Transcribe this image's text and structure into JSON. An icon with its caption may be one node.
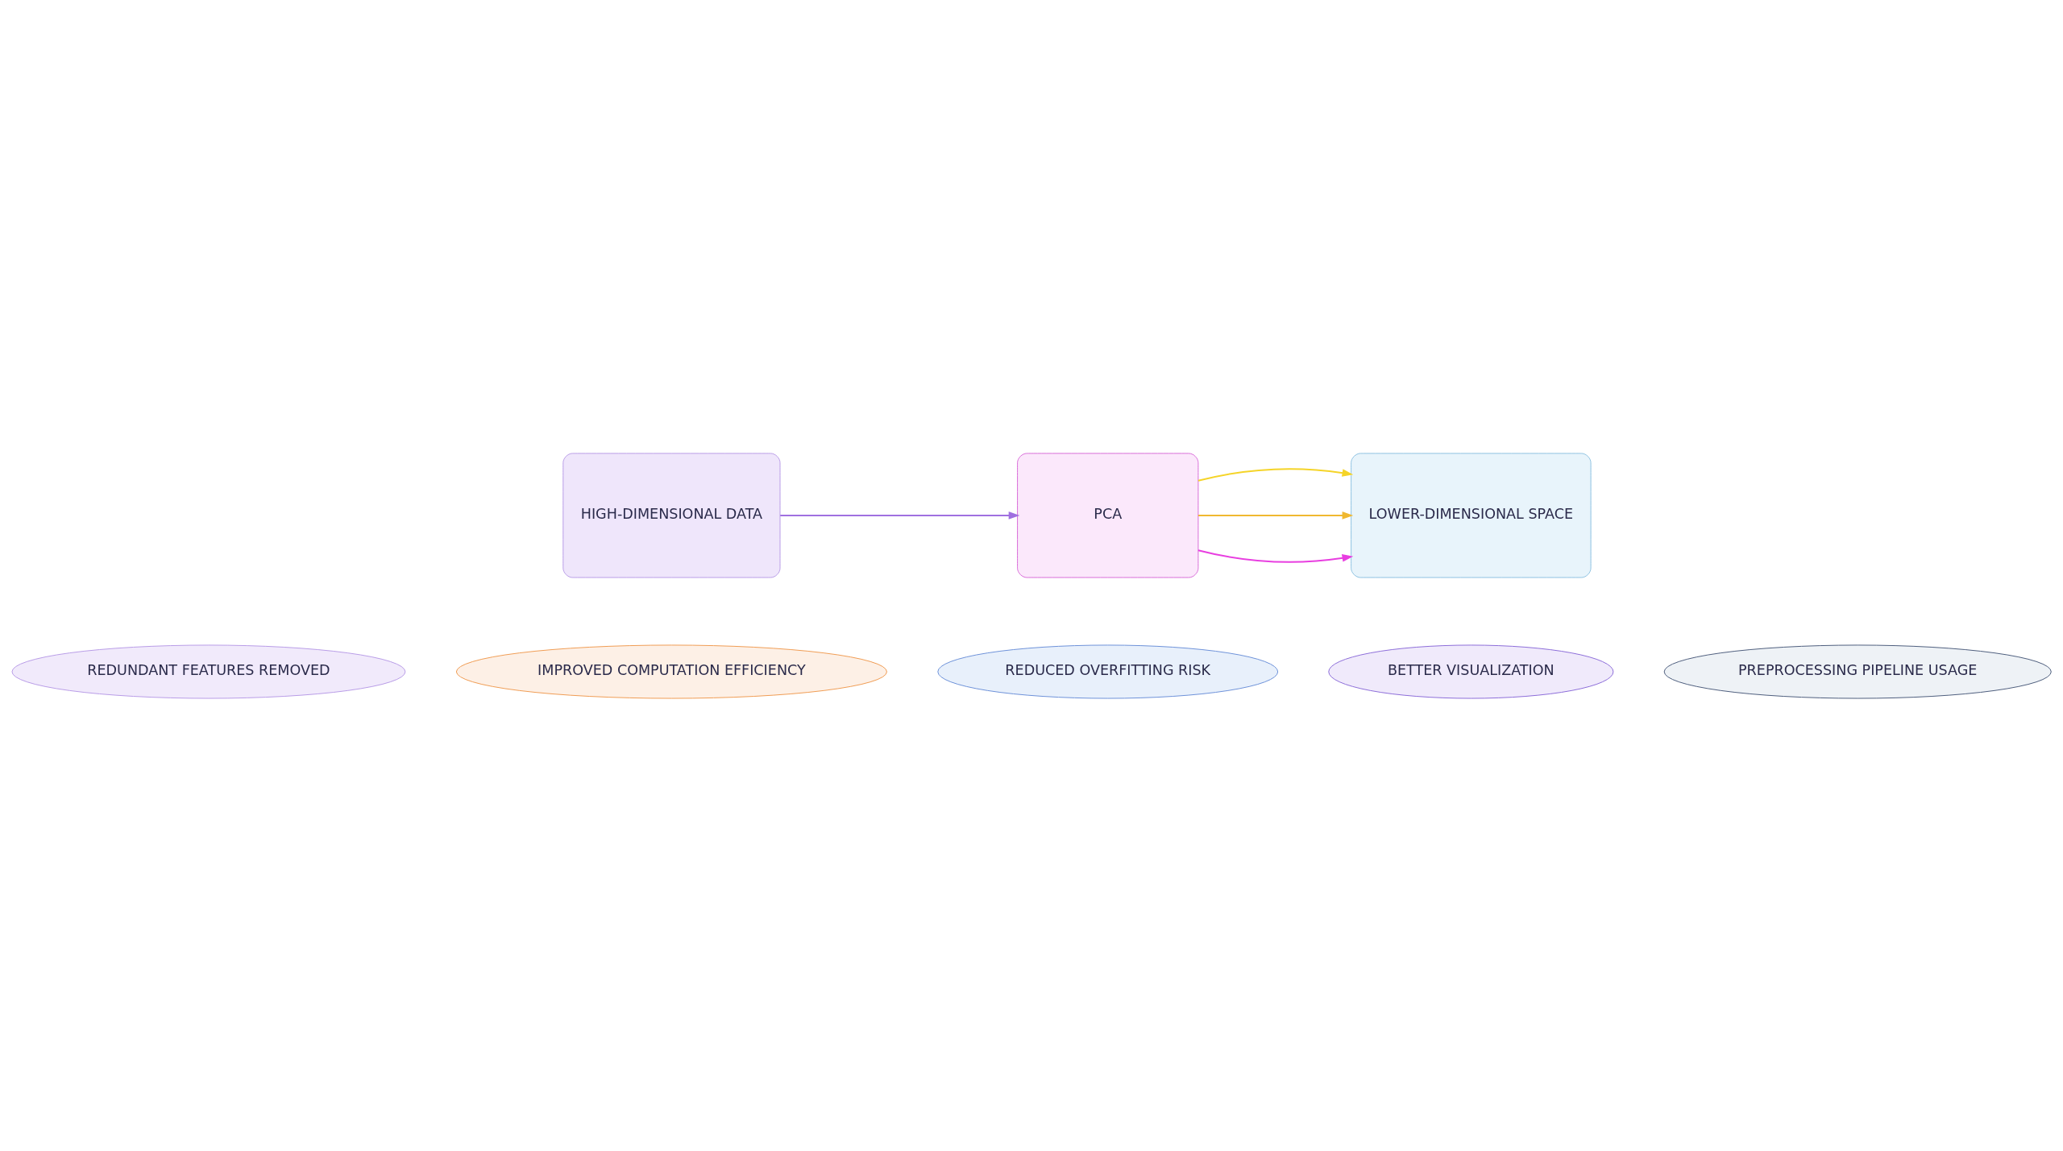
{
  "diagram": {
    "nodes": [
      {
        "text": [
          "HIGH-DIMENSIONAL DATA"
        ]
      },
      {
        "text": [
          "PCA"
        ]
      },
      {
        "text": [
          "LOWER-DIMENSIONAL SPACE"
        ]
      },
      {
        "text": [
          "REDUNDANT FEATURES REMOVED"
        ]
      },
      {
        "text": [
          "IMPROVED COMPUTATION EFFICIENCY"
        ]
      },
      {
        "text": [
          "REDUCED OVERFITTING RISK"
        ]
      },
      {
        "text": [
          "BETTER VISUALIZATION"
        ]
      },
      {
        "text": [
          "PREPROCESSING PIPELINE USAGE"
        ]
      }
    ],
    "edges": [
      {
        "from": 0,
        "to": 1,
        "arrow": "to",
        "color": "#a070e0"
      },
      {
        "from": 1,
        "to": 2,
        "arrow": "to",
        "color": "#e83ee0"
      },
      {
        "from": 1,
        "to": 2,
        "arrow": "to",
        "color": "#f0b830"
      },
      {
        "from": 1,
        "to": 2,
        "arrow": "to",
        "color": "#f5d428"
      }
    ]
  }
}
